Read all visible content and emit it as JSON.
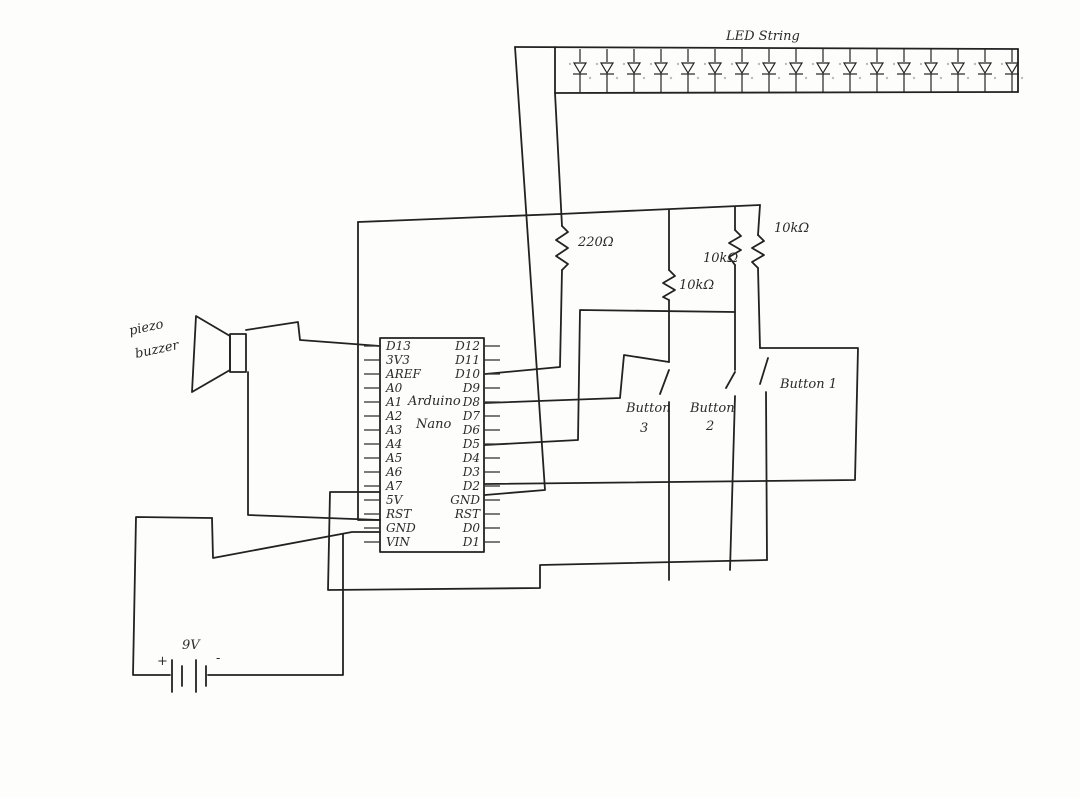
{
  "diagram": {
    "led_string_label": "LED String",
    "resistor_220_label": "220Ω",
    "resistor_button1_label": "10kΩ",
    "resistor_button2_label": "10kΩ",
    "resistor_button3_label": "10kΩ",
    "button1_label": "Button 1",
    "button2_label_line1": "Button",
    "button2_label_line2": "2",
    "button3_label_line1": "Button",
    "button3_label_line2": "3",
    "piezo_label_line1": "piezo",
    "piezo_label_line2": "buzzer",
    "battery_label": "9V",
    "battery_plus": "+",
    "battery_minus": "-",
    "arduino_label_line1": "Arduino",
    "arduino_label_line2": "Nano",
    "arduino_left_pins": [
      "D13",
      "3V3",
      "AREF",
      "A0",
      "A1",
      "A2",
      "A3",
      "A4",
      "A5",
      "A6",
      "A7",
      "5V",
      "RST",
      "GND",
      "VIN"
    ],
    "arduino_right_pins": [
      "D12",
      "D11",
      "D10",
      "D9",
      "D8",
      "D7",
      "D6",
      "D5",
      "D4",
      "D3",
      "D2",
      "GND",
      "RST",
      "D0",
      "D1"
    ],
    "led_count": 17
  }
}
